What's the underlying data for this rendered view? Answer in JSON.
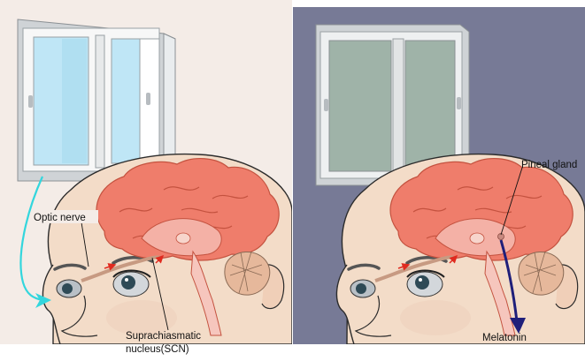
{
  "panels": {
    "day": {
      "background": "#f4ece7",
      "window_glass": "#bfe6f6",
      "light_ray_color": "#33d6dd",
      "labels": {
        "optic_nerve": "Optic nerve",
        "scn_line1": "Suprachiasmatic",
        "scn_line2": "nucleus(SCN)"
      }
    },
    "night": {
      "background": "#777a96",
      "window_glass": "#9fb3a8",
      "melatonin_arrow_color": "#1f1f7a",
      "labels": {
        "pineal": "Pineal gland",
        "melatonin": "Melatonin"
      }
    }
  },
  "colors": {
    "skin": "#f3dcc8",
    "skin_outline": "#2b2b2b",
    "brain": "#ef7d6b",
    "brain_inner": "#f4b1a6",
    "brainstem": "#f6c6bd",
    "cerebellum": "#e6b89b",
    "nerve": "#c79a82",
    "red_arrow": "#e02a1f"
  }
}
